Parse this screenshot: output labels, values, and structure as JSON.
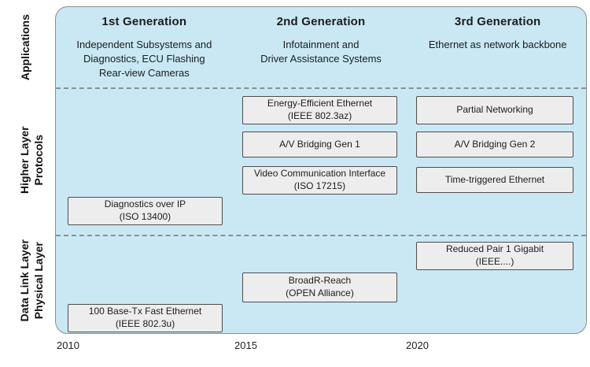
{
  "diagram": {
    "row_labels": {
      "applications": "Applications",
      "higher_layer": "Higher Layer\nProtocols",
      "data_link": "Data Link Layer\nPhysical Layer"
    },
    "generations": [
      {
        "title": "1st Generation",
        "description": "Independent Subsystems and\nDiagnostics, ECU Flashing\nRear-view Cameras"
      },
      {
        "title": "2nd Generation",
        "description": "Infotainment and\nDriver Assistance Systems"
      },
      {
        "title": "3rd Generation",
        "description": "Ethernet as network backbone"
      }
    ],
    "boxes": {
      "energy_efficient_ethernet": "Energy-Efficient Ethernet\n(IEEE 802.3az)",
      "partial_networking": "Partial Networking",
      "av_bridging_gen1": "A/V Bridging Gen 1",
      "av_bridging_gen2": "A/V Bridging Gen 2",
      "video_communication_interface": "Video Communication Interface\n(ISO 17215)",
      "time_triggered_ethernet": "Time-triggered Ethernet",
      "diagnostics_over_ip": "Diagnostics over IP\n(ISO 13400)",
      "reduced_pair_1_gigabit": "Reduced Pair 1 Gigabit\n(IEEE....)",
      "broadr_reach": "BroadR-Reach\n(OPEN Alliance)",
      "fast_ethernet": "100 Base-Tx Fast Ethernet\n(IEEE 802.3u)"
    },
    "timeline": {
      "y2010": "2010",
      "y2015": "2015",
      "y2020": "2020"
    },
    "colors": {
      "panel_bg": "#c9e8f4",
      "box_bg": "#ededed"
    }
  }
}
